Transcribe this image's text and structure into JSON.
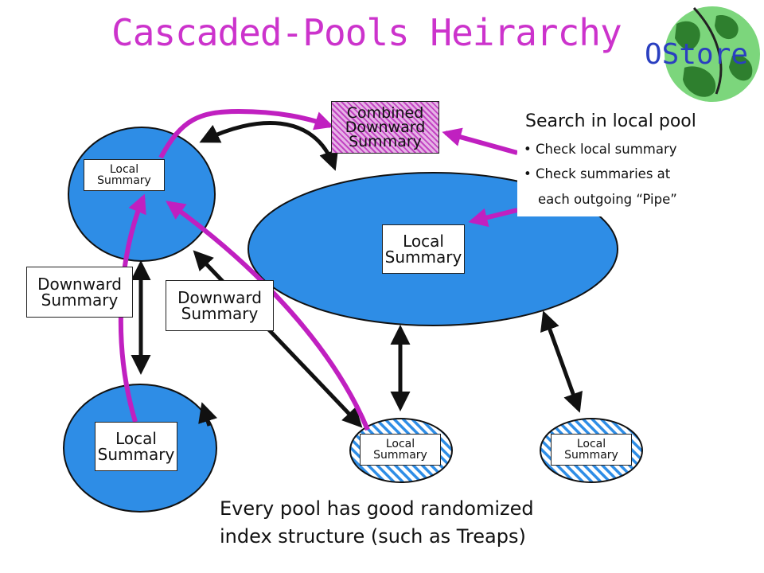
{
  "title": "Cascaded-Pools Heirarchy",
  "logo_text": "OStore",
  "colors": {
    "title": "#cc33cc",
    "pool_fill": "#2e8de6",
    "arrow_magenta": "#c020c0",
    "arrow_black": "#111111",
    "logo_text": "#2a3fc0"
  },
  "combined_summary": {
    "lines": [
      "Combined",
      "Downward",
      "Summary"
    ]
  },
  "pools": {
    "top_left": {
      "label_lines": [
        "Local",
        "Summary"
      ]
    },
    "center": {
      "label_lines": [
        "Local",
        "Summary"
      ]
    },
    "bottom_left": {
      "label_lines": [
        "Local",
        "Summary"
      ]
    },
    "bottom_mid": {
      "label_lines": [
        "Local",
        "Summary"
      ]
    },
    "bottom_right": {
      "label_lines": [
        "Local",
        "Summary"
      ]
    }
  },
  "downward_left": {
    "lines": [
      "Downward",
      "Summary"
    ]
  },
  "downward_mid": {
    "lines": [
      "Downward",
      "Summary"
    ]
  },
  "search": {
    "title": "Search in local pool",
    "bullets": [
      "Check local summary",
      "Check summaries at",
      "each outgoing “Pipe”"
    ]
  },
  "footer": {
    "line1": "Every pool has good randomized",
    "line2": "index structure (such as Treaps)"
  }
}
